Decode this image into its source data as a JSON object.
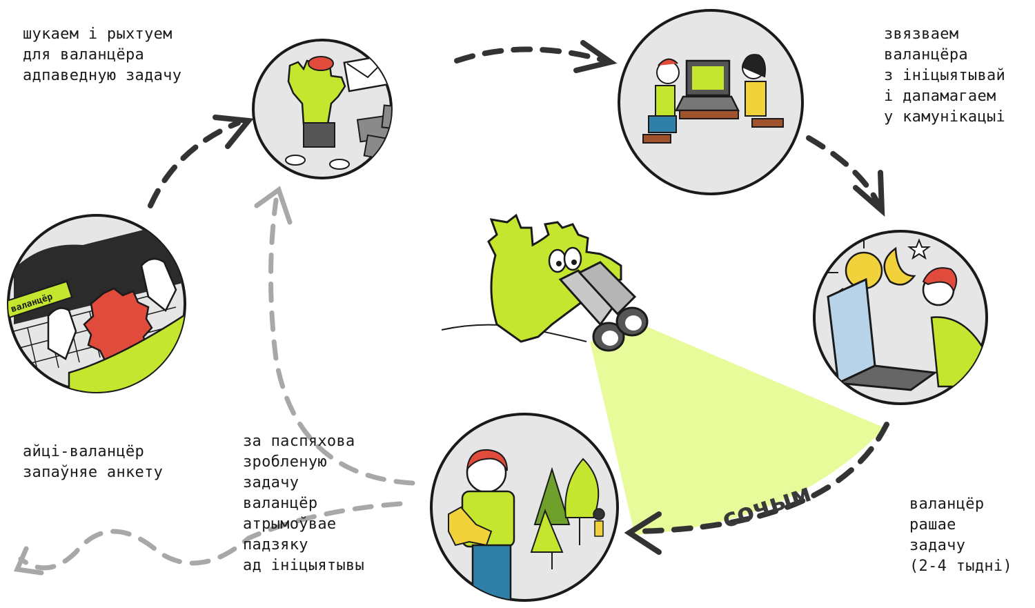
{
  "diagram": {
    "steps": [
      {
        "id": "find",
        "caption": "шукаем і рыхтуем\nдля валанцёра\nадпаведную задачу"
      },
      {
        "id": "connect",
        "caption": "звязваем\nваланцёра\nз ініцыятывай\nі дапамагаем\nу камунікацыі"
      },
      {
        "id": "solve",
        "caption": "валанцёр\nрашае\nзадачу\n(2-4 тыдні)"
      },
      {
        "id": "thanks",
        "caption": "за паспяхова\nзробленую\nзадачу\nваланцёр\nатрымоўвае\nпадзяку\nад ініцыятывы"
      },
      {
        "id": "form",
        "caption": "айці-валанцёр\nзапаўняе анкету"
      }
    ],
    "watch_label": "сочым",
    "badge_label": "валанцёр"
  },
  "colors": {
    "lime": "#c5e62e",
    "beam": "#e8fb9a",
    "red": "#e14b3c",
    "circle_fill": "#e6e6e6",
    "ink": "#1a1a1a",
    "arrow_dark": "#333333",
    "arrow_light": "#a8a8a8"
  },
  "icons": [
    "cactus-mascot-icon",
    "envelope-icon",
    "laptop-icon",
    "binoculars-icon",
    "sun-icon",
    "moon-icon",
    "star-icon",
    "tree-icon",
    "volunteer-badge-icon"
  ]
}
